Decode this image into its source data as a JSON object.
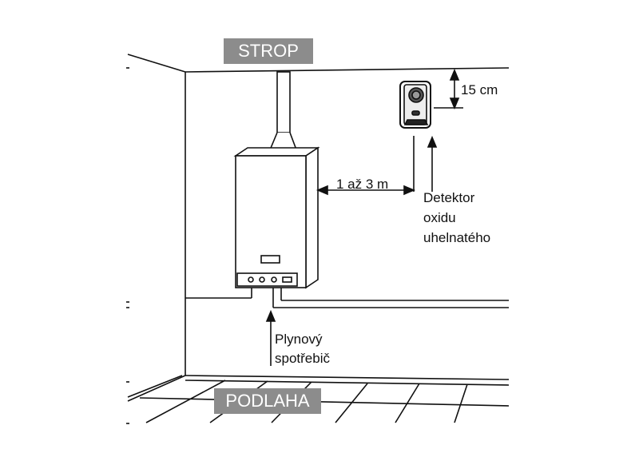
{
  "labels": {
    "ceiling": "STROP",
    "floor": "PODLAHA",
    "distance_ceiling": "15 cm",
    "distance_appliance": "1 až 3 m",
    "detector_line1": "Detektor",
    "detector_line2": "oxidu",
    "detector_line3": "uhelnatého",
    "appliance_line1": "Plynový",
    "appliance_line2": "spotřebič"
  },
  "colors": {
    "tag_bg": "#8c8c8c",
    "line": "#111111"
  }
}
